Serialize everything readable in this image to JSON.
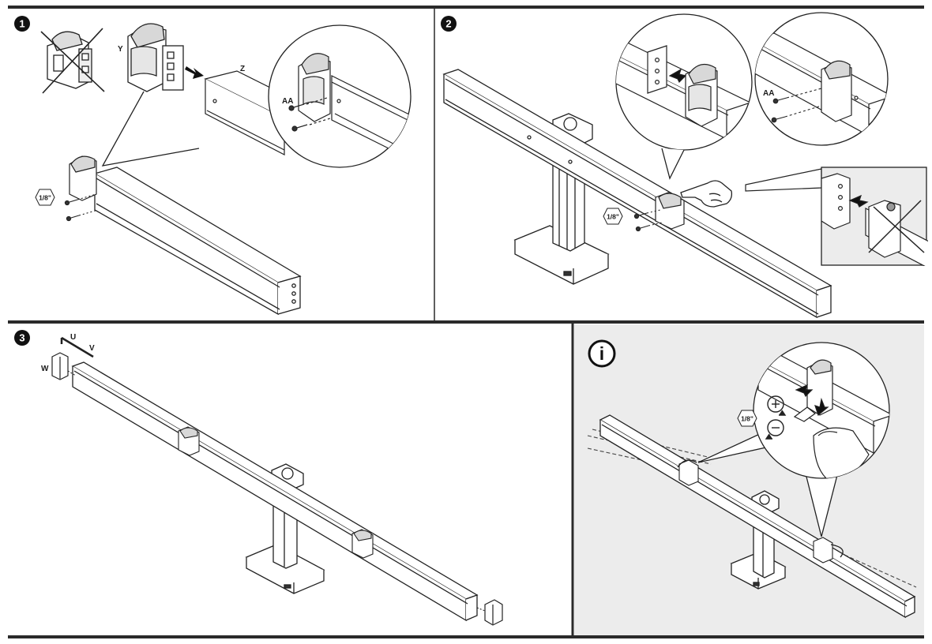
{
  "steps": [
    {
      "number": "1"
    },
    {
      "number": "2"
    },
    {
      "number": "3"
    },
    {
      "number": "i"
    }
  ],
  "parts": {
    "y": "Y",
    "z": "Z",
    "aa": "AA",
    "u": "U",
    "v": "V",
    "w": "W"
  },
  "tool": {
    "size": "1/8\""
  }
}
